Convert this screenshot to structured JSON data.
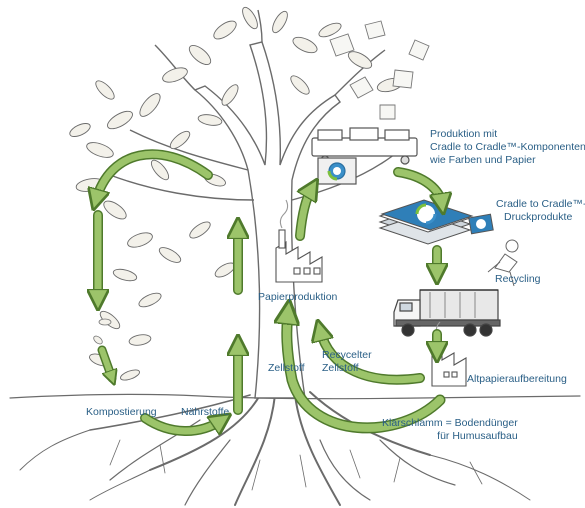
{
  "diagram": {
    "labels": {
      "produktion": {
        "line1": "Produktion mit",
        "line2": "Cradle to Cradle™-Komponenten",
        "line3": "wie Farben und Papier"
      },
      "druckprodukte": {
        "line1": "Cradle to Cradle™-",
        "line2": "Druckprodukte"
      },
      "recycling": "Recycling",
      "papierproduktion": "Papierproduktion",
      "altpapier": "Altpapieraufbereitung",
      "recycelter": {
        "line1": "Recycelter",
        "line2": "Zellstoff"
      },
      "zellstoff": "Zellstoff",
      "klaerschlamm": {
        "line1": "Klärschlamm = Bodendünger",
        "line2": "für Humusaufbau"
      },
      "kompostierung": "Kompostierung",
      "naehrstoffe": "Nährstoffe"
    },
    "colors": {
      "arrow_fill": "#9cc46a",
      "arrow_stroke": "#4f7a2c",
      "label_text": "#2a5f86",
      "sketch": "#555555",
      "leaf": "#f3f1ea"
    }
  }
}
